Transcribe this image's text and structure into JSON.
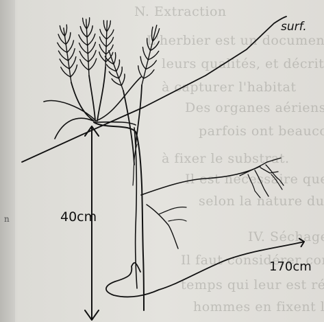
{
  "background_text": [
    "N. Extraction",
    "L'herbier est un document",
    "leurs qualités, et décrite",
    "à capturer l'habitat",
    "Des organes aériens ou souterrains",
    "parfois ont beaucoup",
    "à fixer le substrat.",
    "Il est nécessaire que les plantes",
    "selon la nature du fixant",
    "IV. Séchage",
    "Il faut considérer comme",
    "temps qui leur est réservé",
    "hommes en fixent l'"
  ],
  "edge_char": "n",
  "labels": {
    "surface": "surf.",
    "depth": "40cm",
    "runner_length": "170cm"
  },
  "colors": {
    "ink": "#111111",
    "paper": "#e4e3de"
  }
}
